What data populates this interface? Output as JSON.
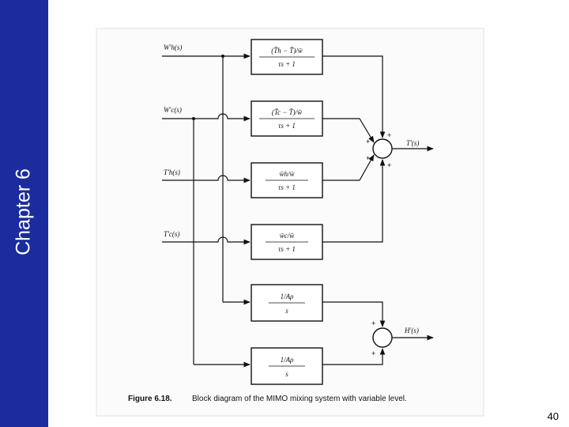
{
  "sidebar": {
    "chapter_label": "Chapter 6"
  },
  "page_number": "40",
  "figure": {
    "caption_number": "Figure 6.18.",
    "caption_text": "Block diagram of the MIMO mixing system with variable level.",
    "inputs": [
      "W'h(s)",
      "W'c(s)",
      "T'h(s)",
      "T'c(s)"
    ],
    "blocks": [
      {
        "num": "(T̄h − T̄)/w̄",
        "den": "τs + 1"
      },
      {
        "num": "(T̄c − T̄)/w̄",
        "den": "τs + 1"
      },
      {
        "num": "w̄h/w̄",
        "den": "τs + 1"
      },
      {
        "num": "w̄c/w̄",
        "den": "τs + 1"
      },
      {
        "num": "1/Aρ",
        "den": "s"
      },
      {
        "num": "1/Aρ",
        "den": "s"
      }
    ],
    "outputs": [
      "T'(s)",
      "H'(s)"
    ],
    "sum_signs": {
      "temperature": [
        "+",
        "+",
        "+",
        "+"
      ],
      "level": [
        "+",
        "+"
      ]
    }
  }
}
